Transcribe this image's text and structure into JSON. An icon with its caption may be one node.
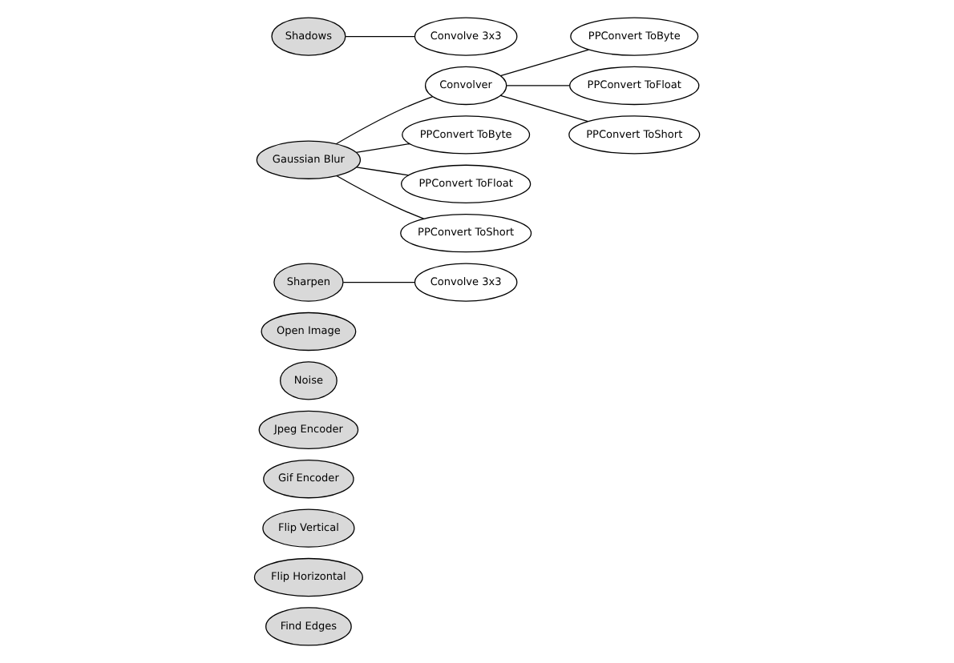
{
  "diagram": {
    "nodes": [
      {
        "text": [
          "Find Edges"
        ]
      },
      {
        "text": [
          "Flip Horizontal"
        ]
      },
      {
        "text": [
          "Flip Vertical"
        ]
      },
      {
        "text": [
          "Gif Encoder"
        ]
      },
      {
        "text": [
          "Jpeg Encoder"
        ]
      },
      {
        "text": [
          "Noise"
        ]
      },
      {
        "text": [
          "Open Image"
        ]
      },
      {
        "text": [
          "Sharpen"
        ]
      },
      {
        "text": [
          "Convolve 3x3"
        ]
      },
      {
        "text": [
          "Gaussian Blur"
        ]
      },
      {
        "text": [
          "Convolver"
        ]
      },
      {
        "text": [
          "PPConvert ToByte"
        ]
      },
      {
        "text": [
          "PPConvert ToFloat"
        ]
      },
      {
        "text": [
          "PPConvert ToShort"
        ]
      },
      {
        "text": [
          "PPConvert ToByte"
        ]
      },
      {
        "text": [
          "PPConvert ToFloat"
        ]
      },
      {
        "text": [
          "PPConvert ToShort"
        ]
      },
      {
        "text": [
          "Shadows"
        ]
      },
      {
        "text": [
          "Convolve 3x3"
        ]
      }
    ],
    "edges": [
      {
        "from": 7,
        "to": 8,
        "arrow": "none"
      },
      {
        "from": 9,
        "to": 10,
        "arrow": "none"
      },
      {
        "from": 9,
        "to": 11,
        "arrow": "none"
      },
      {
        "from": 9,
        "to": 12,
        "arrow": "none"
      },
      {
        "from": 9,
        "to": 13,
        "arrow": "none"
      },
      {
        "from": 10,
        "to": 14,
        "arrow": "none"
      },
      {
        "from": 10,
        "to": 15,
        "arrow": "none"
      },
      {
        "from": 10,
        "to": 16,
        "arrow": "none"
      },
      {
        "from": 17,
        "to": 18,
        "arrow": "none"
      }
    ]
  }
}
